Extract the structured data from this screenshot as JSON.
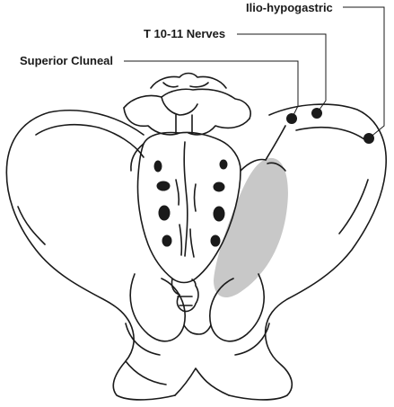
{
  "labels": {
    "ilio_hypogastric": "Ilio-hypogastric",
    "t10_11_nerves": "T 10-11 Nerves",
    "superior_cluneal": "Superior Cluneal"
  },
  "colors": {
    "line": "#1a1a1a",
    "nerve_dot": "#1a1a1a",
    "highlight_region": "#c8c8c8",
    "background": "#ffffff"
  }
}
